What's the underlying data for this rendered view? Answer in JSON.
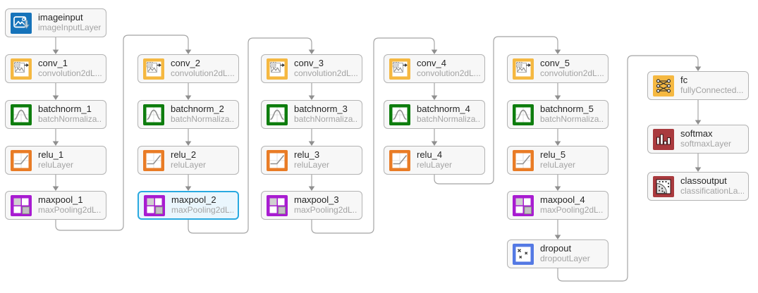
{
  "diagram": {
    "kind": "deep-learning-network-layer-graph",
    "selected_layer": "maxpool_2"
  },
  "styles": {
    "canvas_bg": "#ffffff",
    "node_bg": "#f7f7f7",
    "node_border": "#b3b3b3",
    "node_title_color": "#262626",
    "node_subtitle_color": "#a3a3a3",
    "selected_bg": "#eaf6fd",
    "selected_border": "#29a9e0",
    "edge_color": "#a5a5a5",
    "arrow_color": "#8f8f8f",
    "icon_colors": {
      "image_input": "#1673ba",
      "convolution": "#f5b841",
      "batchnorm": "#0e7d0e",
      "relu": "#e97c26",
      "maxpool": "#a81cd1",
      "dropout": "#5479e4",
      "fully_connected": "#f5b841",
      "softmax": "#a93a3e",
      "classification_output": "#a93a3e"
    }
  },
  "nodes": [
    {
      "id": "imageinput",
      "title": "imageinput",
      "subtitle": "imageInputLayer",
      "icon": "image-input-icon",
      "col": 0,
      "row": 0,
      "selected": false
    },
    {
      "id": "conv_1",
      "title": "conv_1",
      "subtitle": "convolution2dL...",
      "icon": "convolution-icon",
      "col": 0,
      "row": 1,
      "selected": false
    },
    {
      "id": "batchnorm_1",
      "title": "batchnorm_1",
      "subtitle": "batchNormaliza...",
      "icon": "batchnorm-icon",
      "col": 0,
      "row": 2,
      "selected": false
    },
    {
      "id": "relu_1",
      "title": "relu_1",
      "subtitle": "reluLayer",
      "icon": "relu-icon",
      "col": 0,
      "row": 3,
      "selected": false
    },
    {
      "id": "maxpool_1",
      "title": "maxpool_1",
      "subtitle": "maxPooling2dL...",
      "icon": "maxpool-icon",
      "col": 0,
      "row": 4,
      "selected": false
    },
    {
      "id": "conv_2",
      "title": "conv_2",
      "subtitle": "convolution2dL...",
      "icon": "convolution-icon",
      "col": 1,
      "row": 1,
      "selected": false
    },
    {
      "id": "batchnorm_2",
      "title": "batchnorm_2",
      "subtitle": "batchNormaliza...",
      "icon": "batchnorm-icon",
      "col": 1,
      "row": 2,
      "selected": false
    },
    {
      "id": "relu_2",
      "title": "relu_2",
      "subtitle": "reluLayer",
      "icon": "relu-icon",
      "col": 1,
      "row": 3,
      "selected": false
    },
    {
      "id": "maxpool_2",
      "title": "maxpool_2",
      "subtitle": "maxPooling2dL...",
      "icon": "maxpool-icon",
      "col": 1,
      "row": 4,
      "selected": true
    },
    {
      "id": "conv_3",
      "title": "conv_3",
      "subtitle": "convolution2dL...",
      "icon": "convolution-icon",
      "col": 2,
      "row": 1,
      "selected": false
    },
    {
      "id": "batchnorm_3",
      "title": "batchnorm_3",
      "subtitle": "batchNormaliza...",
      "icon": "batchnorm-icon",
      "col": 2,
      "row": 2,
      "selected": false
    },
    {
      "id": "relu_3",
      "title": "relu_3",
      "subtitle": "reluLayer",
      "icon": "relu-icon",
      "col": 2,
      "row": 3,
      "selected": false
    },
    {
      "id": "maxpool_3",
      "title": "maxpool_3",
      "subtitle": "maxPooling2dL...",
      "icon": "maxpool-icon",
      "col": 2,
      "row": 4,
      "selected": false
    },
    {
      "id": "conv_4",
      "title": "conv_4",
      "subtitle": "convolution2dL...",
      "icon": "convolution-icon",
      "col": 3,
      "row": 1,
      "selected": false
    },
    {
      "id": "batchnorm_4",
      "title": "batchnorm_4",
      "subtitle": "batchNormaliza...",
      "icon": "batchnorm-icon",
      "col": 3,
      "row": 2,
      "selected": false
    },
    {
      "id": "relu_4",
      "title": "relu_4",
      "subtitle": "reluLayer",
      "icon": "relu-icon",
      "col": 3,
      "row": 3,
      "selected": false
    },
    {
      "id": "conv_5",
      "title": "conv_5",
      "subtitle": "convolution2dL...",
      "icon": "convolution-icon",
      "col": 4,
      "row": 1,
      "selected": false
    },
    {
      "id": "batchnorm_5",
      "title": "batchnorm_5",
      "subtitle": "batchNormaliza...",
      "icon": "batchnorm-icon",
      "col": 4,
      "row": 2,
      "selected": false
    },
    {
      "id": "relu_5",
      "title": "relu_5",
      "subtitle": "reluLayer",
      "icon": "relu-icon",
      "col": 4,
      "row": 3,
      "selected": false
    },
    {
      "id": "maxpool_4",
      "title": "maxpool_4",
      "subtitle": "maxPooling2dL...",
      "icon": "maxpool-icon",
      "col": 4,
      "row": 4,
      "selected": false
    },
    {
      "id": "dropout",
      "title": "dropout",
      "subtitle": "dropoutLayer",
      "icon": "dropout-icon",
      "col": 4,
      "row": 5,
      "selected": false
    },
    {
      "id": "fc",
      "title": "fc",
      "subtitle": "fullyConnected...",
      "icon": "fully-connected-icon",
      "col": 5,
      "row": 0,
      "selected": false
    },
    {
      "id": "softmax",
      "title": "softmax",
      "subtitle": "softmaxLayer",
      "icon": "softmax-icon",
      "col": 5,
      "row": 1,
      "selected": false
    },
    {
      "id": "classoutput",
      "title": "classoutput",
      "subtitle": "classificationLa...",
      "icon": "classification-output-icon",
      "col": 5,
      "row": 2,
      "selected": false
    }
  ],
  "edges": [
    {
      "from": "imageinput",
      "to": "conv_1"
    },
    {
      "from": "conv_1",
      "to": "batchnorm_1"
    },
    {
      "from": "batchnorm_1",
      "to": "relu_1"
    },
    {
      "from": "relu_1",
      "to": "maxpool_1"
    },
    {
      "from": "maxpool_1",
      "to": "conv_2"
    },
    {
      "from": "conv_2",
      "to": "batchnorm_2"
    },
    {
      "from": "batchnorm_2",
      "to": "relu_2"
    },
    {
      "from": "relu_2",
      "to": "maxpool_2"
    },
    {
      "from": "maxpool_2",
      "to": "conv_3"
    },
    {
      "from": "conv_3",
      "to": "batchnorm_3"
    },
    {
      "from": "batchnorm_3",
      "to": "relu_3"
    },
    {
      "from": "relu_3",
      "to": "maxpool_3"
    },
    {
      "from": "maxpool_3",
      "to": "conv_4"
    },
    {
      "from": "conv_4",
      "to": "batchnorm_4"
    },
    {
      "from": "batchnorm_4",
      "to": "relu_4"
    },
    {
      "from": "relu_4",
      "to": "conv_5"
    },
    {
      "from": "conv_5",
      "to": "batchnorm_5"
    },
    {
      "from": "batchnorm_5",
      "to": "relu_5"
    },
    {
      "from": "relu_5",
      "to": "maxpool_4"
    },
    {
      "from": "maxpool_4",
      "to": "dropout"
    },
    {
      "from": "dropout",
      "to": "fc"
    },
    {
      "from": "fc",
      "to": "softmax"
    },
    {
      "from": "softmax",
      "to": "classoutput"
    }
  ]
}
